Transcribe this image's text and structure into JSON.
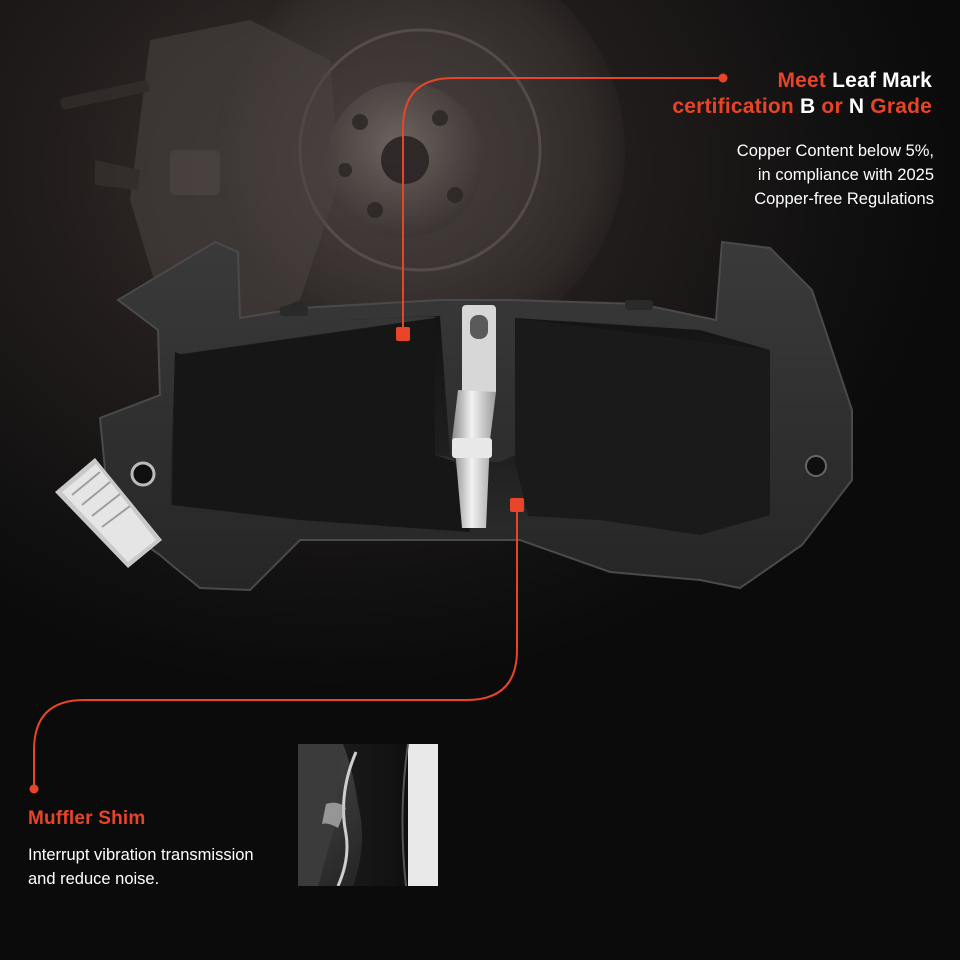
{
  "colors": {
    "accent": "#e8442a",
    "text": "#ffffff",
    "background": "#121111"
  },
  "certification": {
    "line1_accent": "Meet",
    "line1_bold": "Leaf Mark",
    "line2_part1": "certification",
    "line2_b": "B",
    "line2_or": "or",
    "line2_n": "N",
    "line2_grade": "Grade",
    "description_lines": [
      "Copper Content below 5%,",
      "in compliance with 2025",
      "Copper-free Regulations"
    ]
  },
  "shim": {
    "title": "Muffler Shim",
    "description_lines": [
      "Interrupt vibration transmission",
      "and reduce noise."
    ]
  },
  "icons": [
    "brake-rotor-image",
    "brake-pad-image",
    "wear-indicator-clip",
    "muffler-shim-inset-image"
  ]
}
